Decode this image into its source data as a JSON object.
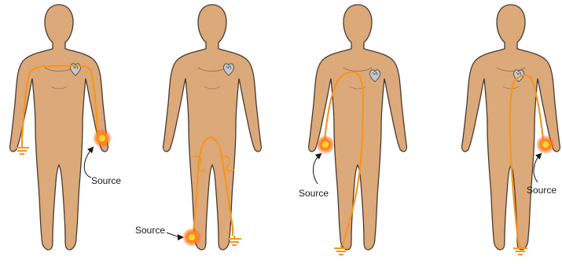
{
  "figures": [
    {
      "id": "hand-to-hand",
      "label": "Source"
    },
    {
      "id": "foot-to-foot",
      "label": "Source"
    },
    {
      "id": "hand-to-foot-right",
      "label": "Source"
    },
    {
      "id": "hand-to-foot-left",
      "label": "Source"
    }
  ],
  "colors": {
    "skin": "#dca97a",
    "outline": "#4a3a2e",
    "current": "#f5961e",
    "glow": "#ff6a00",
    "heart": "#9a9a9a"
  },
  "icons": [
    "heart-icon",
    "current-source-icon",
    "ground-icon",
    "arrow-icon"
  ]
}
